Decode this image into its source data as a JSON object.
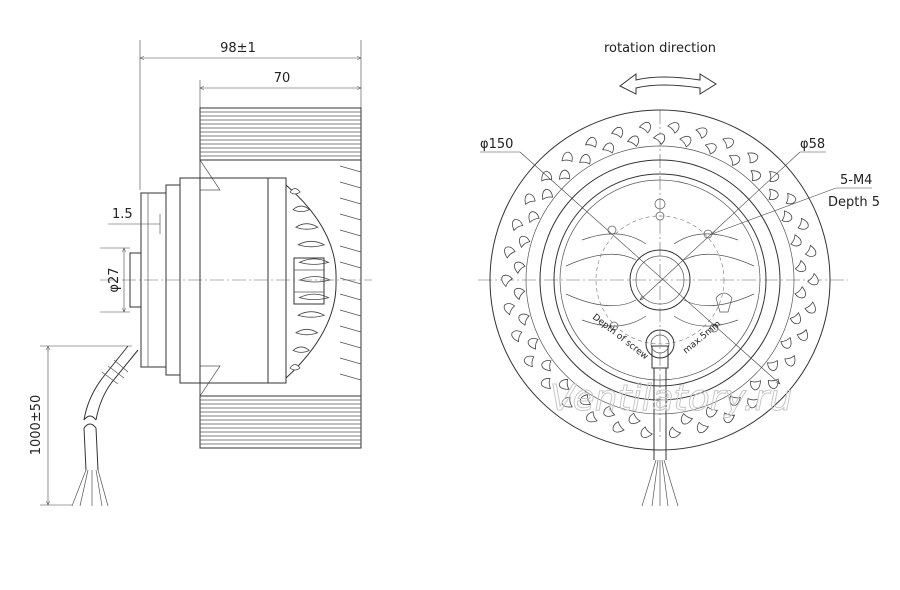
{
  "side_view": {
    "dim_overall": "98±1",
    "dim_length": "70",
    "dim_flange": "1.5",
    "dim_shaft_dia": "φ27",
    "dim_cable": "1000±50"
  },
  "front_view": {
    "rotation_label": "rotation direction",
    "dim_outer_dia": "φ150",
    "dim_hub_dia": "φ58",
    "hole_spec": "5-M4",
    "hole_depth": "Depth 5",
    "hub_note_left": "Depth of screw",
    "hub_note_right": "max.5mm"
  },
  "watermark": "Ventilatory.ru"
}
